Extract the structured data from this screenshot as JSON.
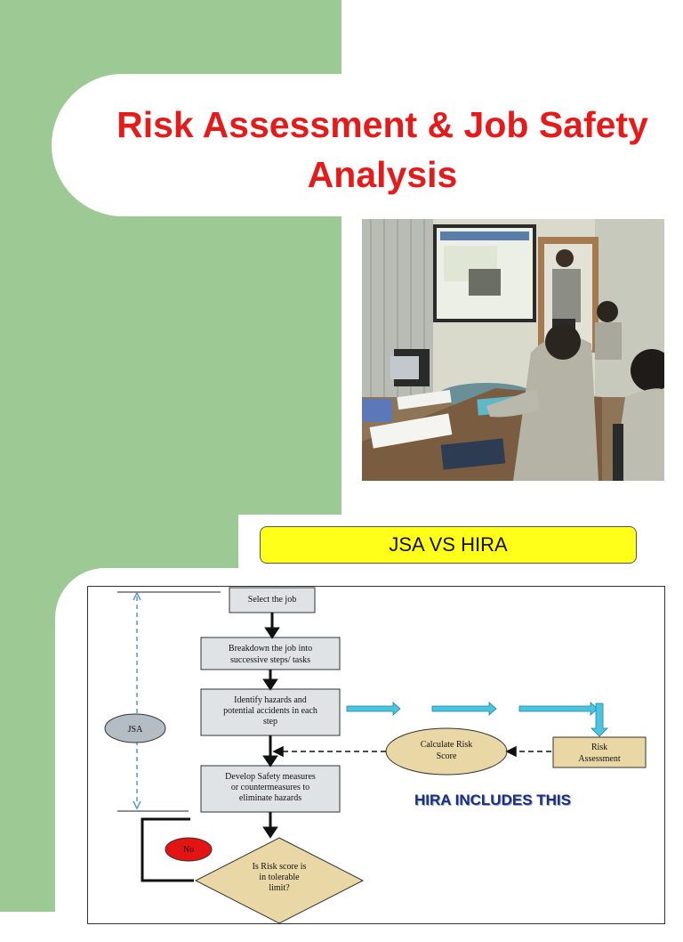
{
  "slide": {
    "title": "Risk Assessment & Job Safety Analysis",
    "banner": "JSA VS HIRA",
    "hira_note": "HIRA INCLUDES THIS"
  },
  "flowchart": {
    "step_select": "Select the job",
    "step_breakdown_1": "Breakdown the job into",
    "step_breakdown_2": "successive steps/ tasks",
    "step_identify_1": "Identify hazards and",
    "step_identify_2": "potential accidents in each",
    "step_identify_3": "step",
    "step_develop_1": "Develop Safety measures",
    "step_develop_2": "or countermeasures to",
    "step_develop_3": "eliminate hazards",
    "decision_1": "Is Risk score is",
    "decision_2": "in tolerable",
    "decision_3": "limit?",
    "calc_1": "Calculate Risk",
    "calc_2": "Score",
    "risk_1": "Risk",
    "risk_2": "Assessment",
    "jsa": "JSA",
    "no": "No"
  },
  "colors": {
    "title_red": "#e31b1b",
    "side_green": "#9cc994",
    "banner_yellow": "#ffff1a",
    "arrow_cyan": "#48c6e0",
    "calc_fill": "#ead7a6",
    "risk_fill": "#ead7a6",
    "jsa_fill": "#b4bcc4",
    "no_red": "#e41414"
  }
}
